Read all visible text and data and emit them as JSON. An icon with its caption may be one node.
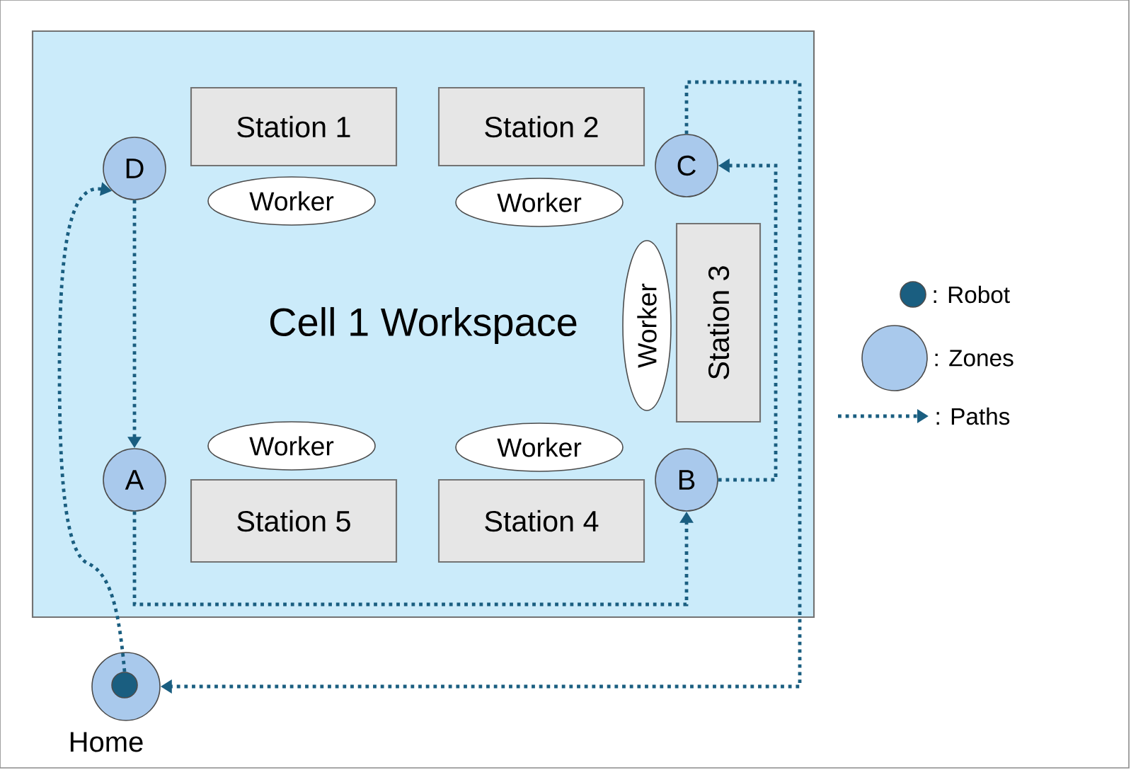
{
  "diagram": {
    "nodes": [
      {
        "text": [
          "Cell 1 Workspace"
        ]
      },
      {
        "text": [
          "Station 1"
        ],
        "in": 0
      },
      {
        "text": [
          "Station 2"
        ],
        "in": 0
      },
      {
        "text": [
          "Worker"
        ],
        "in": 0
      },
      {
        "text": [
          "Worker"
        ],
        "in": 0
      },
      {
        "text": [
          "Worker"
        ],
        "in": 0
      },
      {
        "text": [
          "Station 3"
        ],
        "in": 0
      },
      {
        "text": [
          "Worker"
        ],
        "in": 0
      },
      {
        "text": [
          "Worker"
        ],
        "in": 0
      },
      {
        "text": [
          "Station 5"
        ],
        "in": 0
      },
      {
        "text": [
          "Station 4"
        ],
        "in": 0
      },
      {
        "text": [
          "D"
        ],
        "in": 0
      },
      {
        "text": [
          "C"
        ],
        "in": 0
      },
      {
        "text": [
          "A"
        ],
        "in": 0
      },
      {
        "text": [
          "B"
        ],
        "in": 0
      },
      {
        "text": [],
        "shape": "circle",
        "beside": [
          "Home"
        ]
      },
      {
        "text": [],
        "shape": "circle",
        "in": 15
      }
    ],
    "edges": [
      {
        "from": 16,
        "to": 11,
        "arrow": "to"
      },
      {
        "from": 11,
        "to": 13,
        "arrow": "to"
      },
      {
        "from": 13,
        "to": 14,
        "arrow": "to"
      },
      {
        "from": 14,
        "to": 12,
        "arrow": "to"
      },
      {
        "from": 12,
        "to": 15,
        "arrow": "to"
      }
    ],
    "legend": [
      {
        "text": ": Robot",
        "color": "#1a5e80"
      },
      {
        "text": ": Zones",
        "color": "#a9c9ec"
      },
      {
        "text": ": Paths"
      }
    ]
  }
}
